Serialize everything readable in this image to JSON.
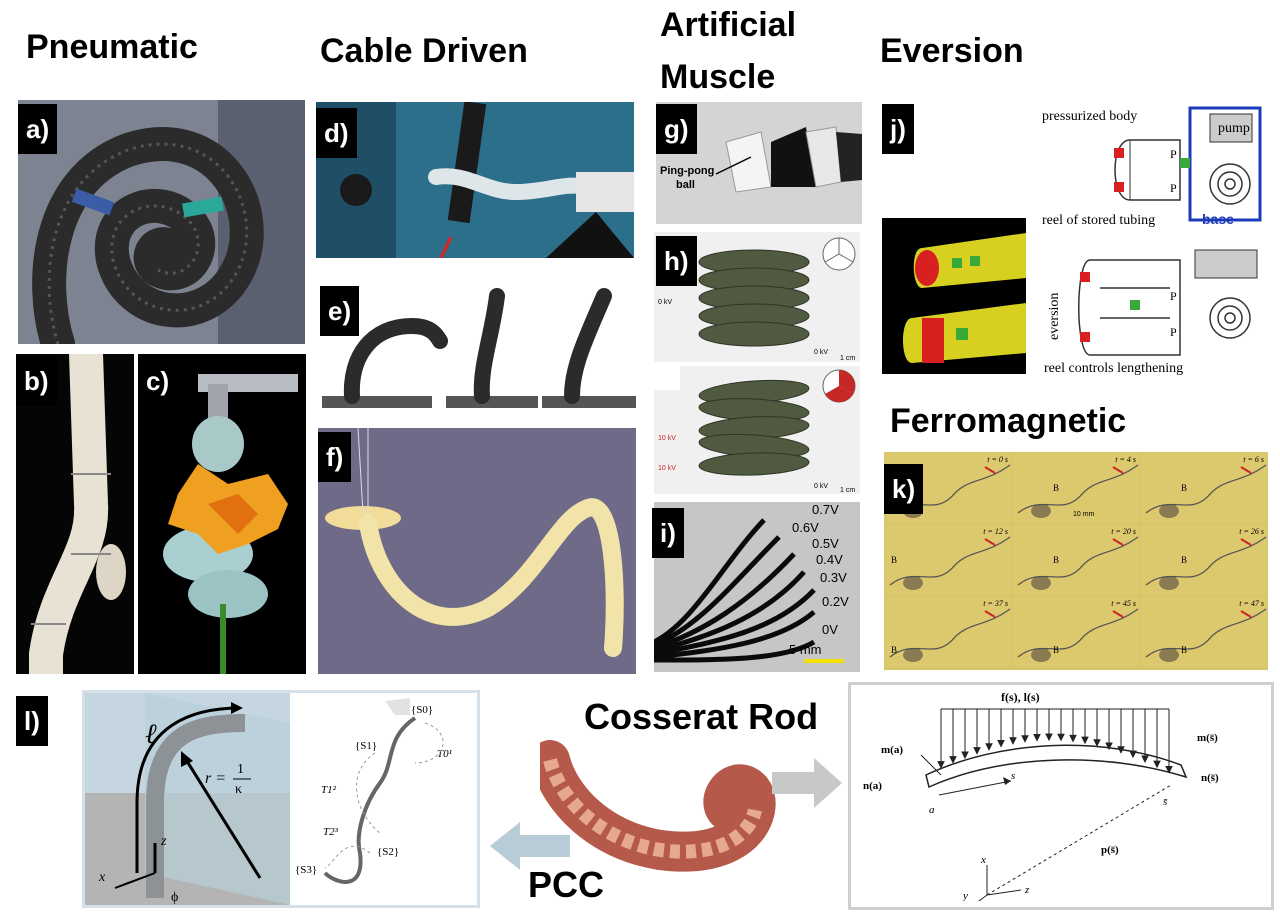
{
  "headers": {
    "pneumatic": "Pneumatic",
    "cable_driven": "Cable Driven",
    "artificial_muscle_line1": "Artificial",
    "artificial_muscle_line2": "Muscle",
    "eversion": "Eversion",
    "ferromagnetic": "Ferromagnetic",
    "cosserat_rod": "Cosserat Rod",
    "pcc": "PCC"
  },
  "panel_labels": {
    "a": "a)",
    "b": "b)",
    "c": "c)",
    "d": "d)",
    "e": "e)",
    "f": "f)",
    "g": "g)",
    "h": "h)",
    "i": "i)",
    "j": "j)",
    "k": "k)",
    "l": "l)"
  },
  "panel_g": {
    "ping_pong_label_1": "Ping-pong",
    "ping_pong_label_2": "ball"
  },
  "panel_h": {
    "kv_top": "0 kV",
    "kv_top_right": "0 kV",
    "scale_top": "1 cm",
    "kv_bottom_1": "10 kV",
    "kv_bottom_2": "10 kV",
    "kv_bottom_right": "0 kV",
    "scale_bottom": "1 cm"
  },
  "panel_i": {
    "voltages": [
      "0.7V",
      "0.6V",
      "0.5V",
      "0.4V",
      "0.3V",
      "0.2V",
      "0V"
    ],
    "scale": "5 mm"
  },
  "panel_j": {
    "pressurized_body": "pressurized body",
    "pump": "pump",
    "base": "base",
    "reel_stored": "reel of stored tubing",
    "eversion": "eversion",
    "reel_controls": "reel controls lengthening",
    "p": "P"
  },
  "panel_k": {
    "times": [
      "t = 0 s",
      "t = 4 s",
      "t = 6 s",
      "t = 12 s",
      "t = 20 s",
      "t = 26 s",
      "t = 37 s",
      "t = 45 s",
      "t = 47 s"
    ],
    "field": "B",
    "scale": "10 mm"
  },
  "panel_l": {
    "ell": "ℓ",
    "r_eq": "r =",
    "one": "1",
    "kappa": "κ",
    "z": "z",
    "x": "x",
    "phi": "ϕ",
    "frames": [
      "{S0}",
      "{S1}",
      "{S2}",
      "{S3}"
    ],
    "transforms": [
      "T0¹",
      "T1²",
      "T2³"
    ]
  },
  "cosserat": {
    "force": "f(s), l(s)",
    "m_a": "m(a)",
    "n_a": "n(a)",
    "a": "a",
    "s": "s",
    "m_s": "m(s̄)",
    "n_s": "n(s̄)",
    "s_bar": "s̄",
    "p_s": "p(s̄)",
    "x": "x",
    "y": "y",
    "z": "z"
  }
}
